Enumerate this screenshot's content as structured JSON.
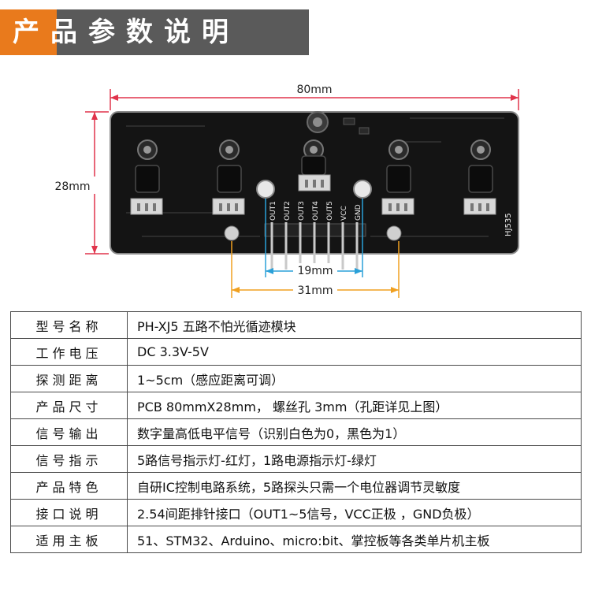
{
  "header": {
    "title": "产品参数说明",
    "bar_color": "#5a5a5a",
    "accent_color": "#e97a1c"
  },
  "figure": {
    "width_label": "80mm",
    "height_label": "28mm",
    "pin_pitch_label": "19mm",
    "hole_pitch_label": "31mm",
    "silkscreen": [
      "OUT1",
      "OUT2",
      "OUT3",
      "OUT4",
      "OUT5",
      "VCC",
      "GND"
    ],
    "board_code": "HJ535",
    "dimension_color_red": "#e0344b",
    "dimension_color_blue": "#2aa0d8",
    "dimension_color_orange": "#f0a020"
  },
  "spec_table": [
    {
      "key": "型号名称",
      "value": "PH-XJ5 五路不怕光循迹模块"
    },
    {
      "key": "工作电压",
      "value": "DC 3.3V-5V"
    },
    {
      "key": "探测距离",
      "value": "1~5cm（感应距离可调）"
    },
    {
      "key": "产品尺寸",
      "value": "PCB 80mmX28mm， 螺丝孔 3mm（孔距详见上图）"
    },
    {
      "key": "信号输出",
      "value": "数字量高低电平信号（识别白色为0，黑色为1）"
    },
    {
      "key": "信号指示",
      "value": "5路信号指示灯-红灯，1路电源指示灯-绿灯"
    },
    {
      "key": "产品特色",
      "value": "自研IC控制电路系统，5路探头只需一个电位器调节灵敏度"
    },
    {
      "key": "接口说明",
      "value": "2.54间距排针接口（OUT1~5信号，VCC正极 ，GND负极）"
    },
    {
      "key": "适用主板",
      "value": "51、STM32、Arduino、micro:bit、掌控板等各类单片机主板"
    }
  ]
}
